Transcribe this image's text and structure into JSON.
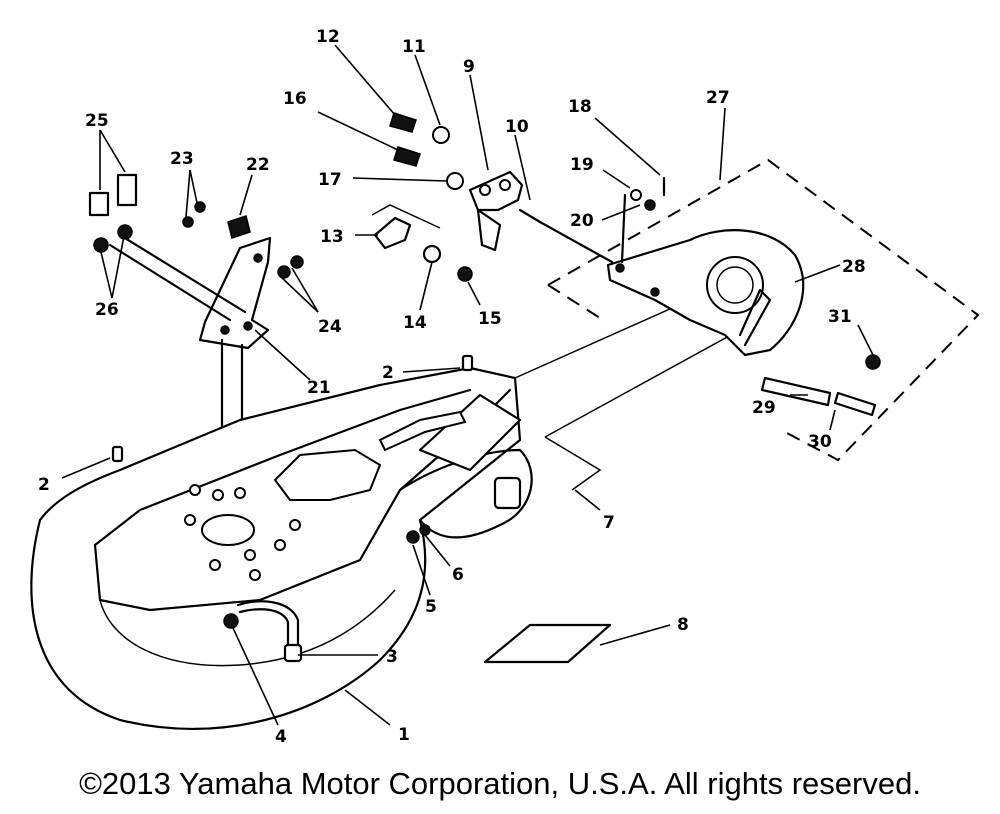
{
  "diagram": {
    "callouts": [
      "1",
      "2",
      "2",
      "3",
      "4",
      "5",
      "6",
      "7",
      "8",
      "9",
      "10",
      "11",
      "12",
      "13",
      "14",
      "15",
      "16",
      "17",
      "18",
      "19",
      "20",
      "21",
      "22",
      "23",
      "24",
      "25",
      "26",
      "27",
      "28",
      "29",
      "30",
      "31"
    ]
  },
  "footer": {
    "copyright": "©2013 Yamaha Motor Corporation, U.S.A. All rights reserved."
  }
}
